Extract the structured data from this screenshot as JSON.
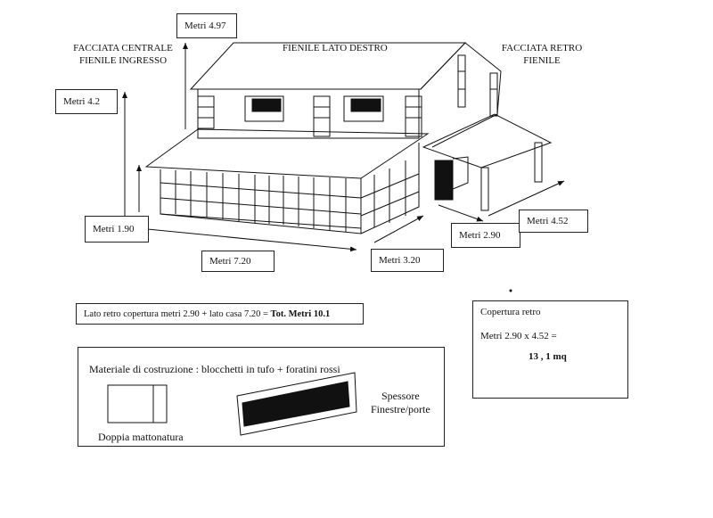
{
  "labels": {
    "facciata_centrale": "FACCIATA CENTRALE",
    "fienile_ingresso": "FIENILE INGRESSO",
    "fienile_lato_destro": "FIENILE LATO DESTRO",
    "facciata_retro": "FACCIATA RETRO",
    "fienile": "FIENILE"
  },
  "measures": {
    "m497": "Metri 4.97",
    "m42": "Metri 4.2",
    "m190": "Metri 1.90",
    "m720": "Metri 7.20",
    "m320": "Metri 3.20",
    "m290": "Metri 2.90",
    "m452": "Metri 4.52"
  },
  "summary": {
    "text": "Lato retro copertura metri 2.90 + lato casa 7.20 = ",
    "total": "Tot. Metri 10.1"
  },
  "copertura": {
    "title": "Copertura retro",
    "formula": "Metri 2.90 x 4.52 =",
    "result": "13 , 1 mq"
  },
  "materials": {
    "title": "Materiale di costruzione : blocchetti in tufo + foratini rossi",
    "doppia": "Doppia mattonatura",
    "spessore": "Spessore",
    "finestre": "Finestre/porte"
  }
}
